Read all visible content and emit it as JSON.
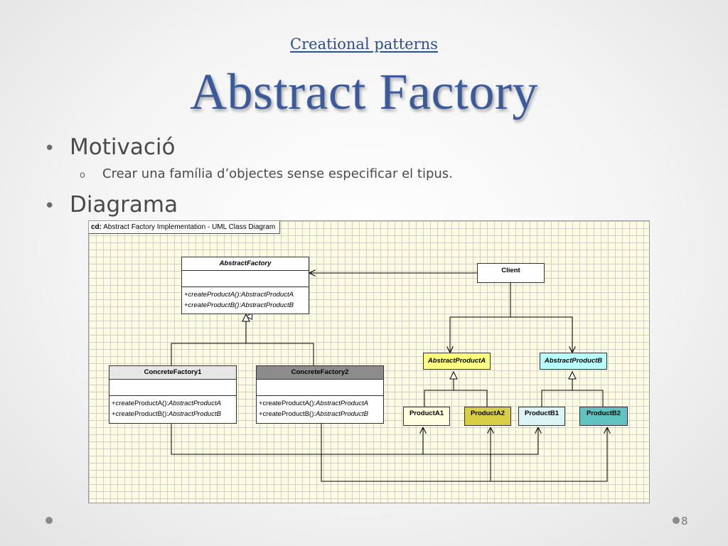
{
  "slide": {
    "subtitle": "Creational patterns",
    "title": "Abstract Factory",
    "bullet_motivacio": "Motivació",
    "sub_bullet": "Crear una família d’objectes sense especificar el tipus.",
    "bullet_diagrama": "Diagrama",
    "page_number": "8"
  },
  "diagram": {
    "frame_prefix": "cd:",
    "frame_title": "Abstract Factory Implementation - UML Class Diagram",
    "abstract_factory": {
      "name": "AbstractFactory",
      "op1_name": "+createProductA():",
      "op1_type": "AbstractProductA",
      "op2_name": "+createProductB():",
      "op2_type": "AbstractProductB"
    },
    "client": "Client",
    "concrete_factory1": {
      "name": "ConcreteFactory1",
      "op1_name": "+createProductA():",
      "op1_type": "AbstractProductA",
      "op2_name": "+createProductB():",
      "op2_type": "AbstractProductB"
    },
    "concrete_factory2": {
      "name": "ConcreteFactory2",
      "op1_name": "+createProductA():",
      "op1_type": "AbstractProductA",
      "op2_name": "+createProductB():",
      "op2_type": "AbstractProductB"
    },
    "abstract_product_a": "AbstractProductA",
    "abstract_product_b": "AbstractProductB",
    "product_a1": "ProductA1",
    "product_a2": "ProductA2",
    "product_b1": "ProductB1",
    "product_b2": "ProductB2",
    "colors": {
      "abstract_product_a": "#ffff80",
      "abstract_product_b": "#b8ffff",
      "product_a1": "#ffffe0",
      "product_a2": "#d8cf45",
      "product_b1": "#dcf4f4",
      "product_b2": "#5fc3c0",
      "cf1_header": "#e6e6e6",
      "cf2_header": "#8c8c8c"
    }
  }
}
